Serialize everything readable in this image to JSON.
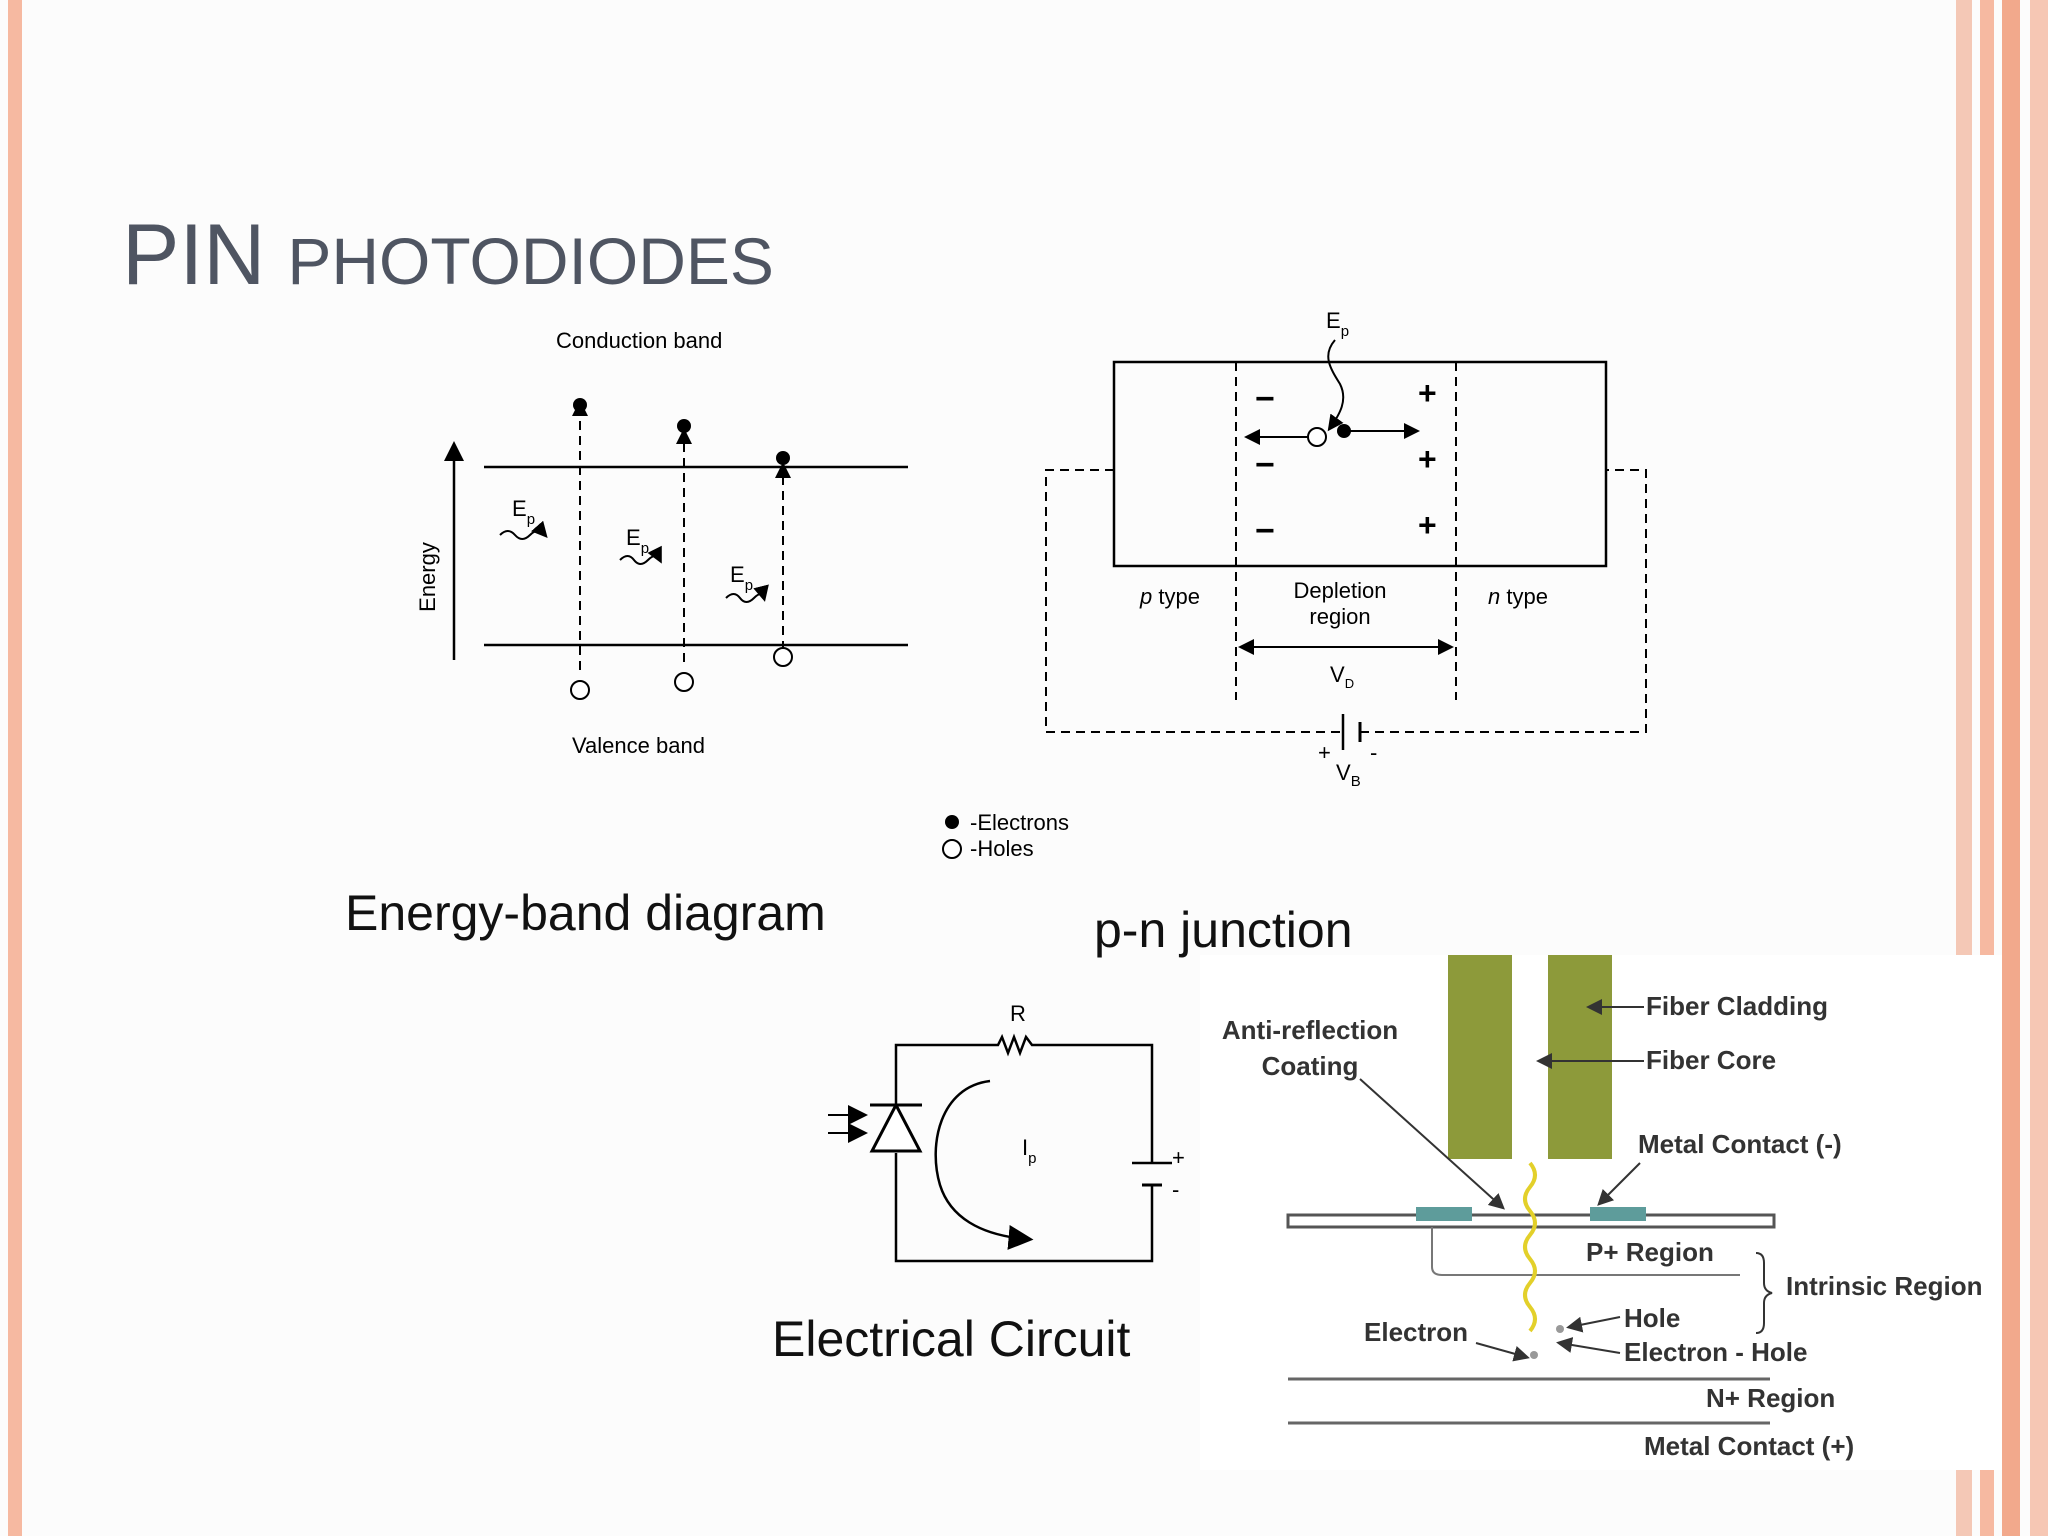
{
  "slide": {
    "title_first": "PIN",
    "title_rest": "PHOTODIODES"
  },
  "energy_band": {
    "conduction_label": "Conduction band",
    "valence_label": "Valence band",
    "energy_label": "Energy",
    "photon_main": "E",
    "photon_sub": "p",
    "caption": "Energy-band diagram"
  },
  "pn_junction": {
    "photon_main": "E",
    "photon_sub": "p",
    "minus_sign": "−",
    "plus_sign": "+",
    "p_type_italic": "p",
    "p_type_rest": " type",
    "n_type_italic": "n",
    "n_type_rest": " type",
    "depletion_line1": "Depletion",
    "depletion_line2": "region",
    "vd_main": "V",
    "vd_sub": "D",
    "vb_main": "V",
    "vb_sub": "B",
    "battery_plus": "+",
    "battery_minus": "-",
    "legend_electrons": "-Electrons",
    "legend_holes": "-Holes",
    "caption": "p-n junction"
  },
  "circuit": {
    "resistor_label": "R",
    "current_main": "I",
    "current_sub": "p",
    "battery_plus": "+",
    "battery_minus": "-",
    "caption": "Electrical Circuit"
  },
  "structure": {
    "fiber_cladding": "Fiber Cladding",
    "fiber_core": "Fiber Core",
    "anti_reflection_line1": "Anti-reflection",
    "anti_reflection_line2": "Coating",
    "metal_contact_neg": "Metal Contact (-)",
    "p_region": "P+ Region",
    "intrinsic_region": "Intrinsic Region",
    "hole": "Hole",
    "electron": "Electron",
    "electron_hole": "Electron - Hole",
    "n_region": "N+ Region",
    "metal_contact_pos": "Metal Contact (+)"
  },
  "colors": {
    "title": "#4f5562",
    "edge_accent": "#f6b9a1",
    "cladding": "#8d9a3a",
    "contact": "#5e9c9b",
    "photon_path": "#e3d02a"
  }
}
